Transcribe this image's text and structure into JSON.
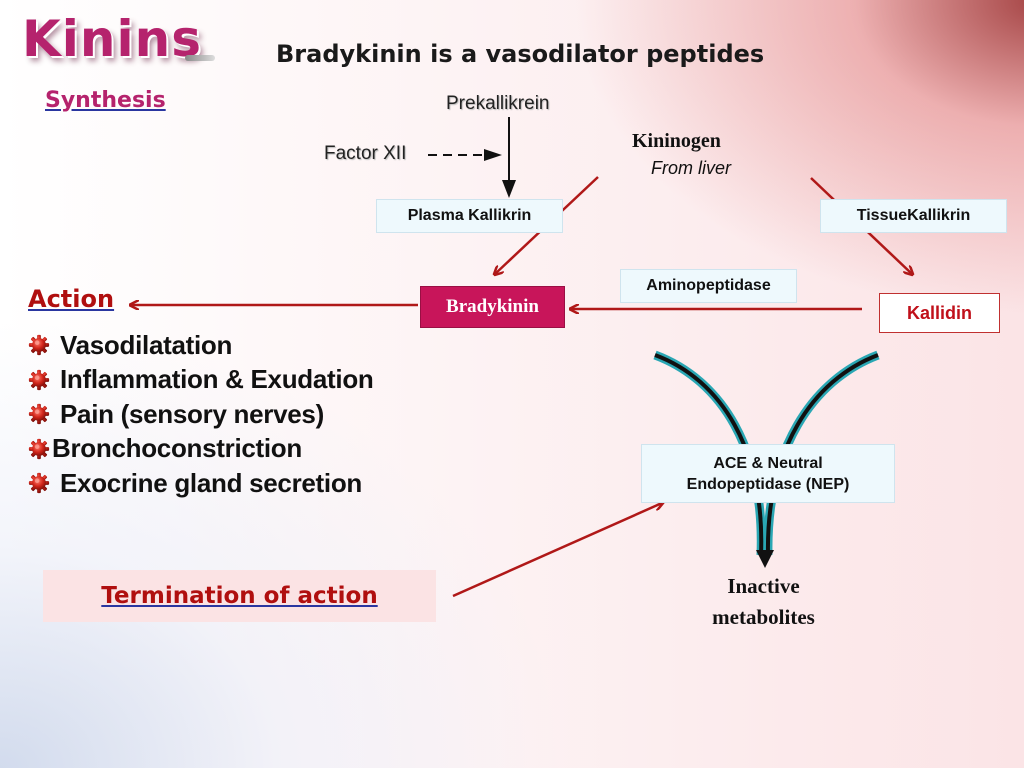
{
  "title": "Kinins",
  "subtitle": "Bradykinin is a vasodilator peptides",
  "synthesis_heading": "Synthesis",
  "pathway": {
    "prekallikrein": "Prekallikrein",
    "factor_xii": "Factor XII",
    "kininogen": "Kininogen",
    "kininogen_source": "From liver",
    "plasma_kallikrein": "Plasma Kallikrin",
    "tissue_kallikrein": "TissueKallikrin",
    "aminopeptidase": "Aminopeptidase",
    "bradykinin": "Bradykinin",
    "kallidin": "Kallidin",
    "ace_nep_line1": "ACE & Neutral",
    "ace_nep_line2": "Endopeptidase (NEP)",
    "inactive_line1": "Inactive",
    "inactive_line2": "metabolites"
  },
  "action": {
    "heading": "Action",
    "items": [
      "Vasodilatation",
      "Inflammation & Exudation",
      "Pain (sensory nerves)",
      "Bronchoconstriction",
      "Exocrine gland secretion"
    ]
  },
  "termination": "Termination  of action",
  "colors": {
    "title": "#b5236d",
    "heading_red": "#b00f0f",
    "arrow_red": "#b01818",
    "bradykinin_box": "#c8155a",
    "box_fill": "#eef9fd",
    "curve_teal": "#2aa7b4"
  },
  "icons": {
    "bullet": "red-gear-bullet-icon"
  }
}
